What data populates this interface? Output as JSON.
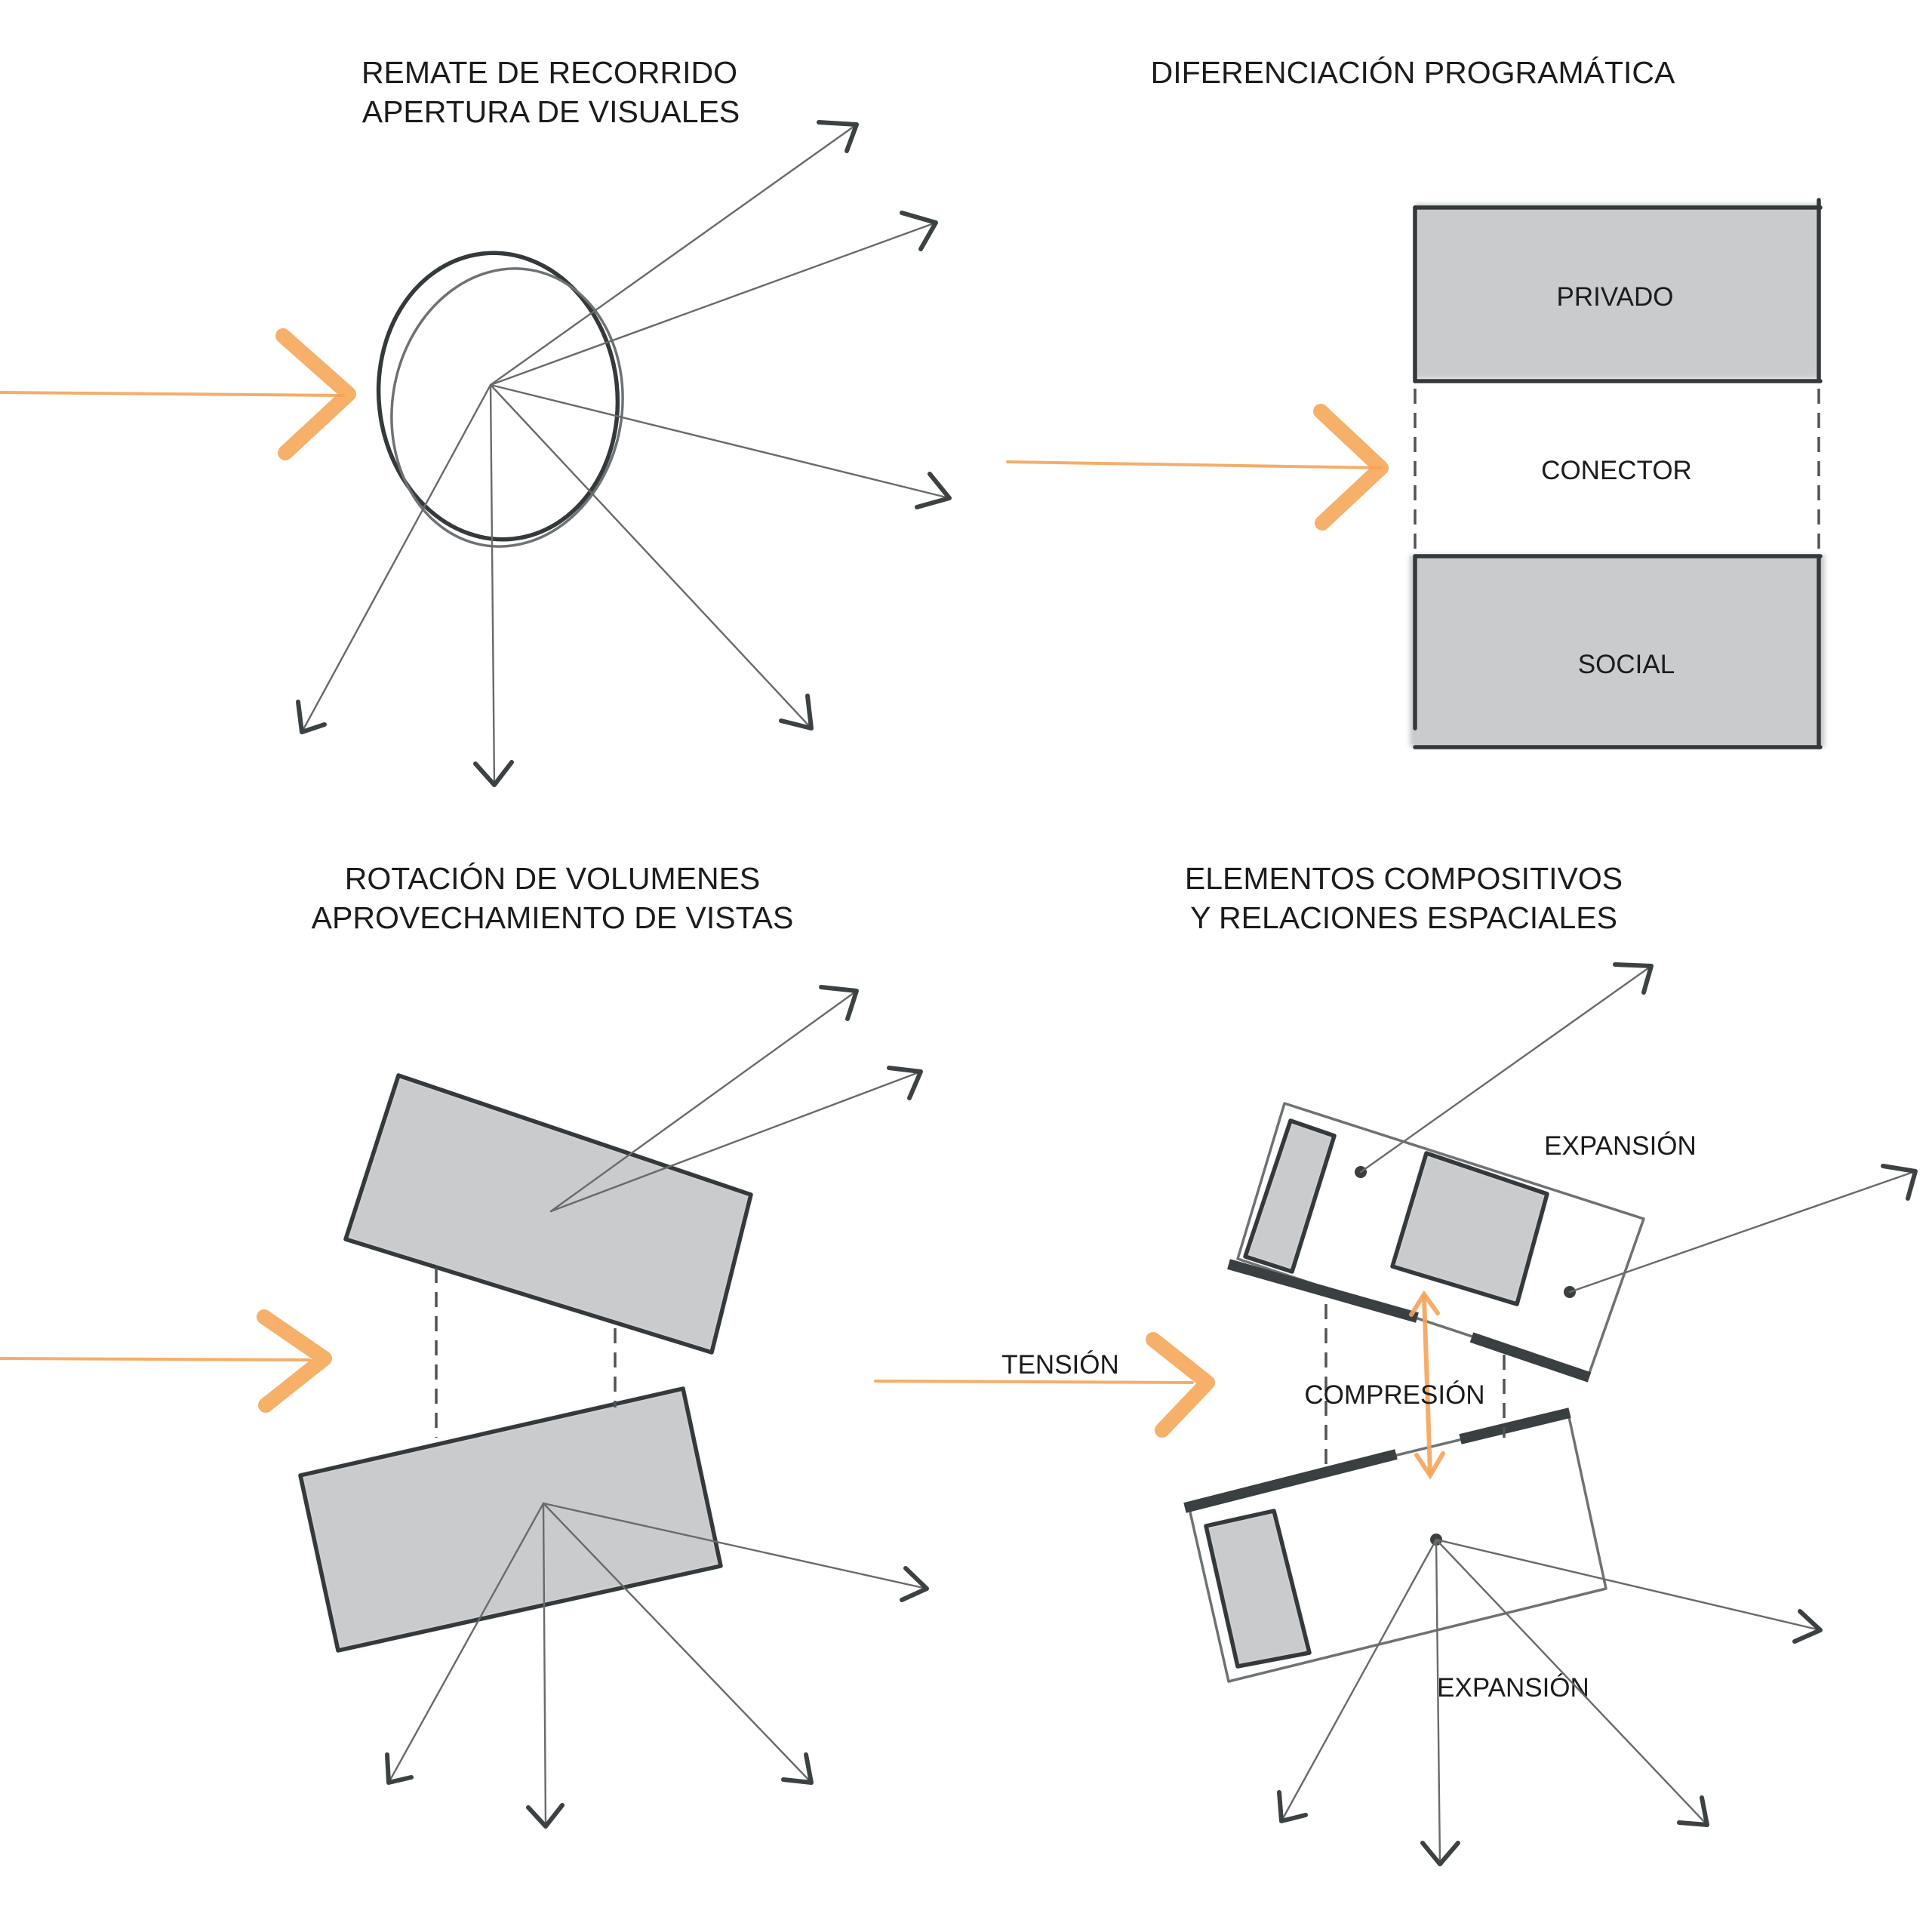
{
  "panels": {
    "top_left": {
      "title_line1": "REMATE DE RECORRIDO",
      "title_line2": "APERTURA DE VISUALES"
    },
    "top_right": {
      "title": "DIFERENCIACIÓN PROGRAMÁTICA",
      "zones": {
        "top": "PRIVADO",
        "middle": "CONECTOR",
        "bottom": "SOCIAL"
      }
    },
    "bottom_left": {
      "title_line1": "ROTACIÓN DE VOLUMENES",
      "title_line2": "APROVECHAMIENTO DE VISTAS"
    },
    "bottom_right": {
      "title_line1": "ELEMENTOS COMPOSITIVOS",
      "title_line2": "Y RELACIONES ESPACIALES",
      "labels": {
        "expansion_top": "EXPANSIÓN",
        "tension": "TENSIÓN",
        "compression": "COMPRESIÓN",
        "expansion_bottom": "EXPANSIÓN"
      }
    }
  },
  "colors": {
    "accent_orange": "#f5a24f",
    "block_gray": "#c9cbcd",
    "line_dark": "#3a3f41",
    "text": "#1c1c1c",
    "background": "#ffffff"
  }
}
